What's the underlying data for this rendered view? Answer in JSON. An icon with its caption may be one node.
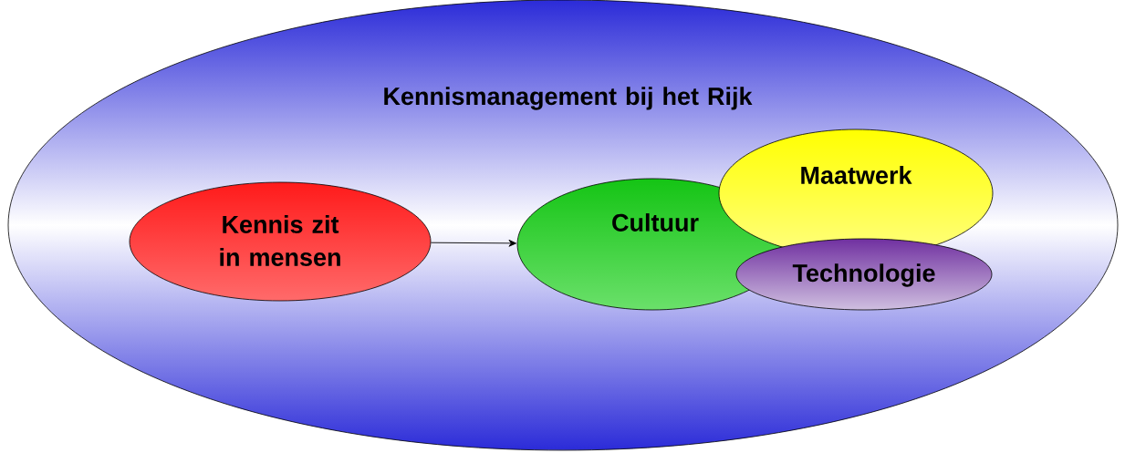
{
  "diagram": {
    "nodes": [
      {
        "text": [
          "Kennismanagement bij het Rijk"
        ]
      },
      {
        "text": [
          "Kennis zit in mensen"
        ],
        "in": 0
      },
      {
        "text": [
          "Cultuur"
        ],
        "in": 0
      },
      {
        "text": [
          "Maatwerk"
        ],
        "in": 0
      },
      {
        "text": [
          "Technologie"
        ],
        "in": 0
      }
    ],
    "edges": [
      {
        "from": 1,
        "to": 2,
        "arrow": "to"
      }
    ]
  }
}
